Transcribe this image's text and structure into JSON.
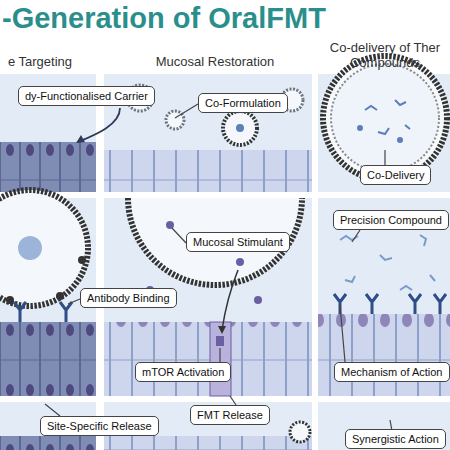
{
  "diagram": {
    "title": "-Generation of OralFMT",
    "nodes": [
      {
        "text": [
          "dy-Functionalised Carrier"
        ]
      },
      {
        "text": [
          "Co-Formulation"
        ]
      },
      {
        "text": [
          "Co-Delivery"
        ]
      },
      {
        "text": [
          "Mucosal Stimulant"
        ]
      },
      {
        "text": [
          "Precision Compound"
        ]
      },
      {
        "text": [
          "Antibody Binding"
        ]
      },
      {
        "text": [
          "mTOR Activation"
        ]
      },
      {
        "text": [
          "Mechanism of Action"
        ]
      },
      {
        "text": [
          "FMT Release"
        ]
      },
      {
        "text": [
          "Site-Specific Release"
        ]
      },
      {
        "text": [
          "Synergistic Action"
        ]
      }
    ],
    "labels": [
      "e Targeting",
      "Mucosal Restoration",
      "Co-delivery of Ther Compounds"
    ]
  }
}
